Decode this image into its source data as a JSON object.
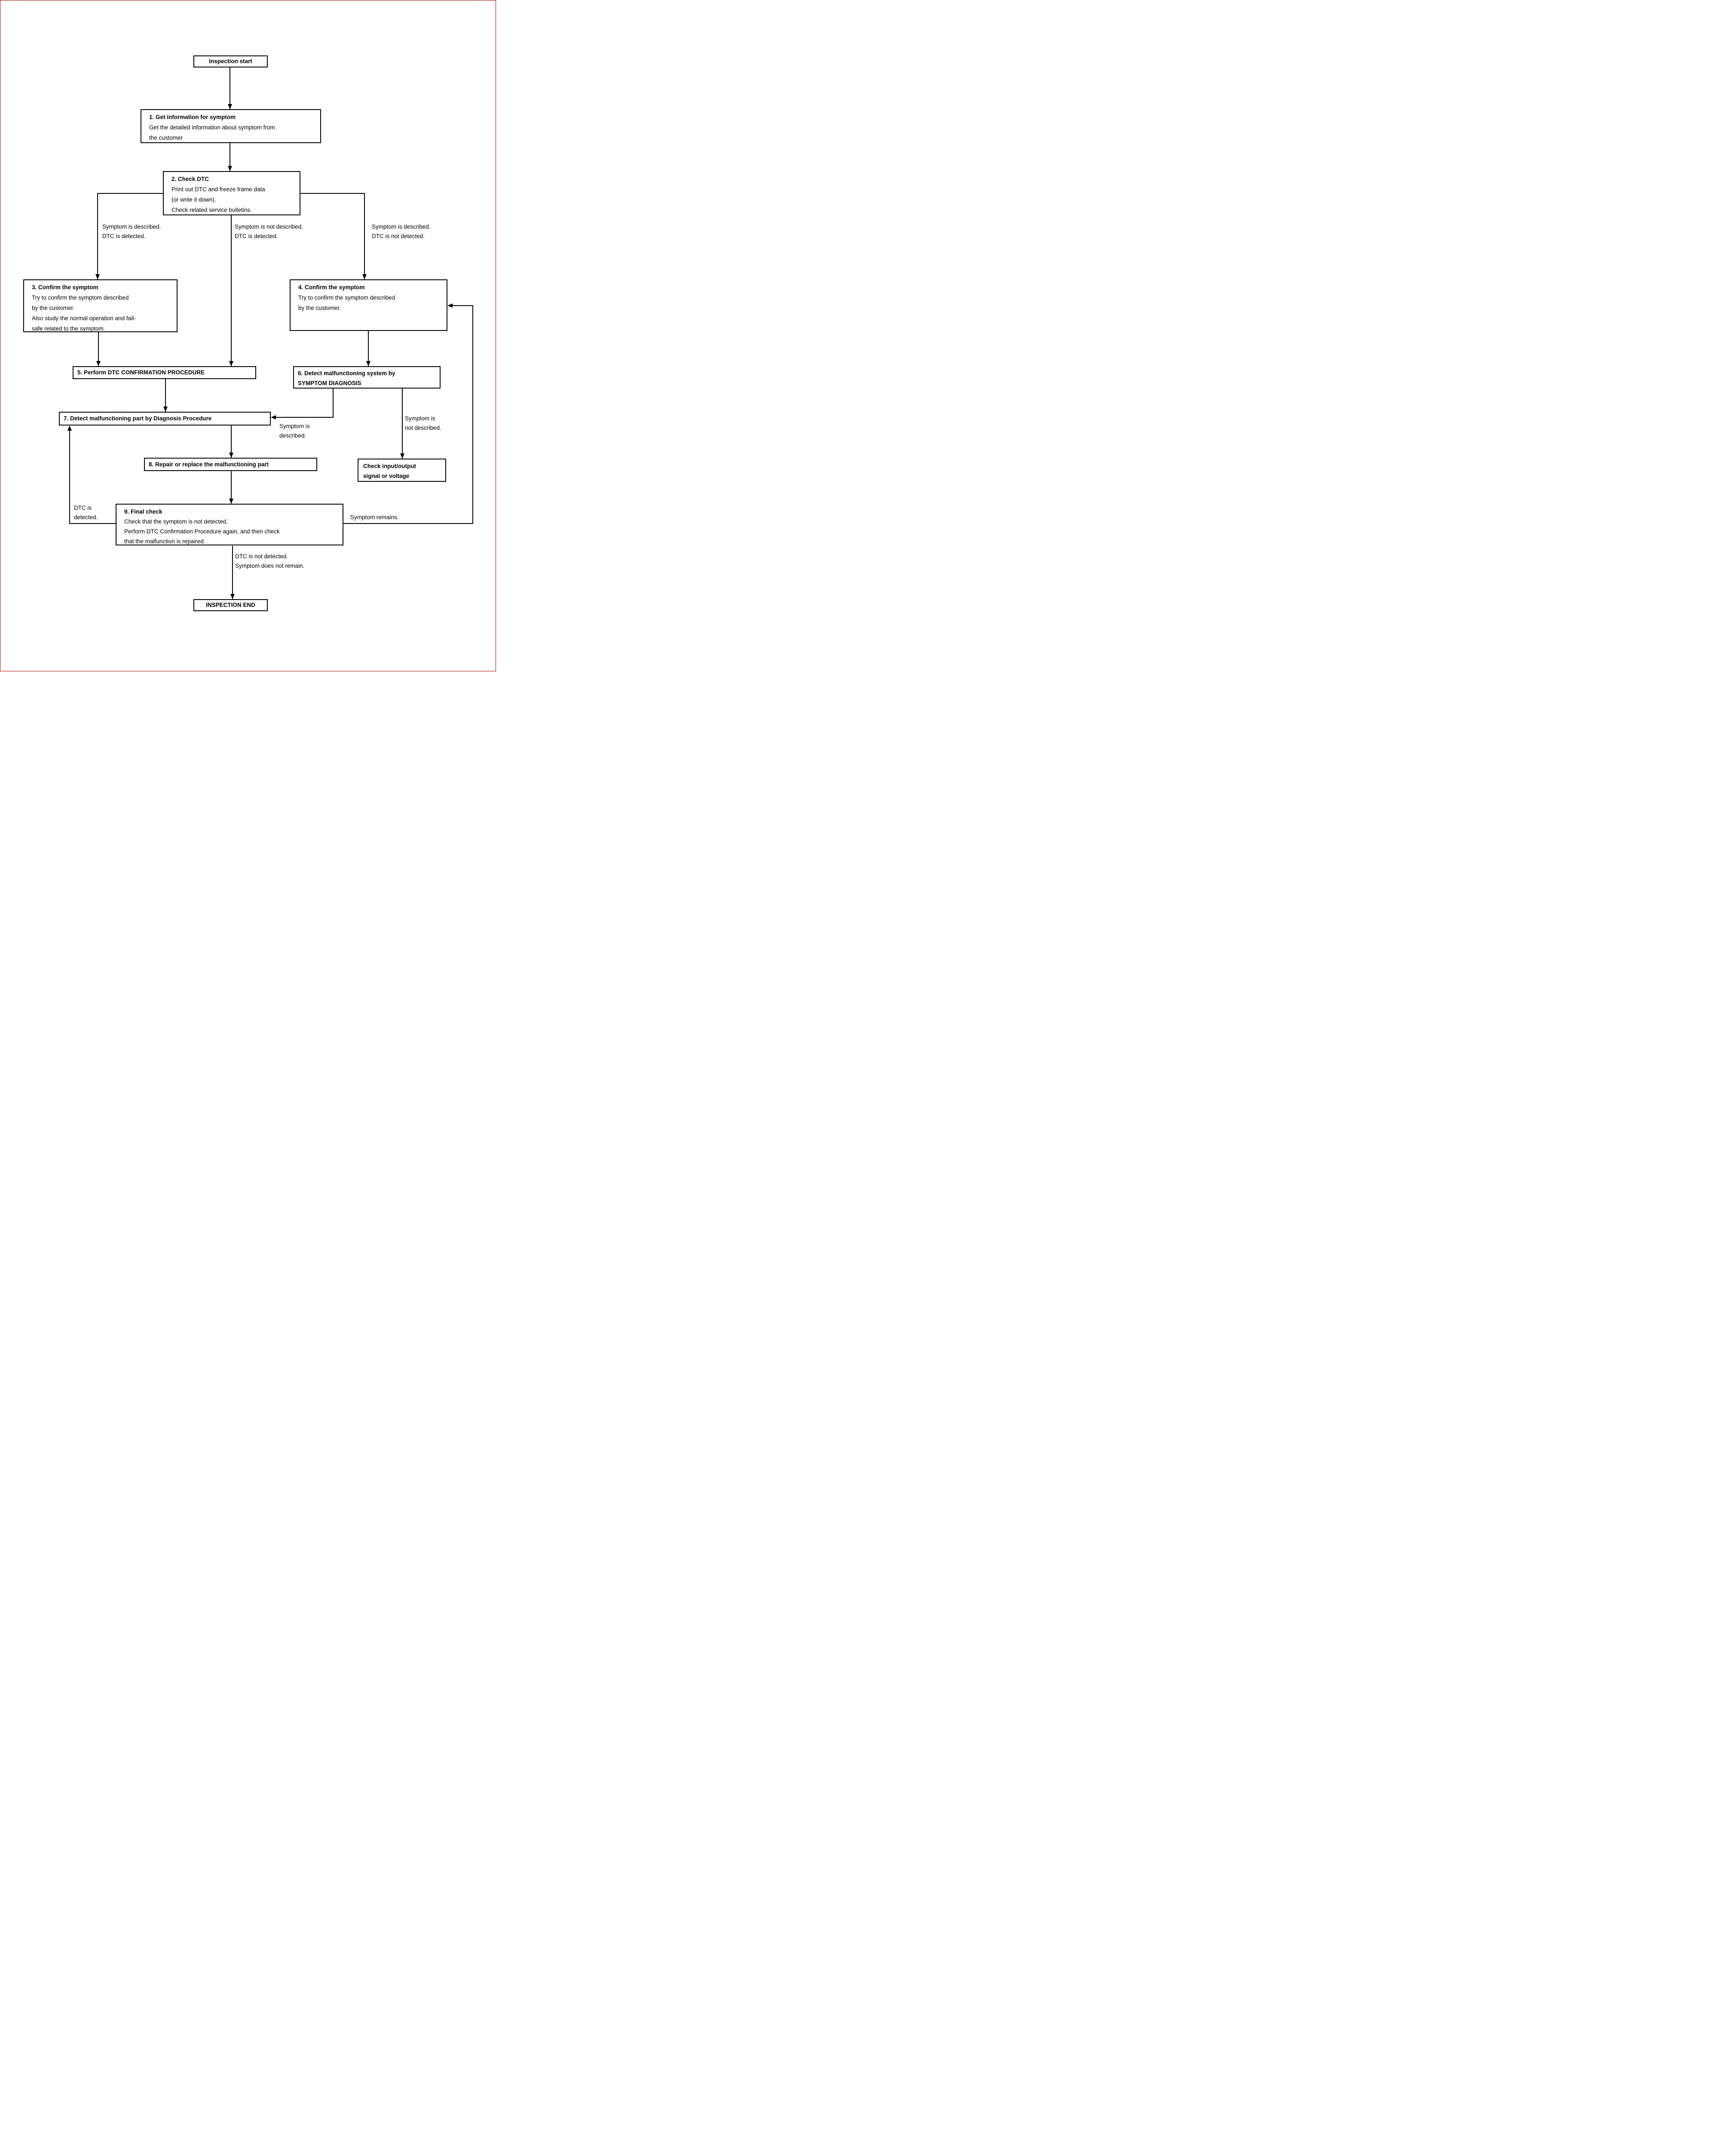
{
  "page": {
    "border_color": "#aa0000",
    "line_color": "#000000"
  },
  "nodes": {
    "start": {
      "label": "Inspection start"
    },
    "step1": {
      "title": "1. Get information for symptom",
      "body": [
        "Get the detailed information about symptom from",
        "the customer"
      ]
    },
    "step2": {
      "title": "2. Check DTC",
      "body": [
        "Print out DTC and freeze frame data",
        "(or write it down).",
        "Check related service bulletins."
      ]
    },
    "step3": {
      "title": "3. Confirm the symptom",
      "body": [
        "Try to confirm the symptom described",
        "by the customer.",
        "Also study the normal operation and fail-",
        "safe related to the symptom."
      ]
    },
    "step4": {
      "title": "4. Confirm the symptom",
      "body": [
        "Try to confirm the symptom described",
        "by the customer."
      ]
    },
    "step5": {
      "title": "5. Perform DTC CONFIRMATION PROCEDURE"
    },
    "step6": {
      "title_lines": [
        "6. Detect malfunctioning system by",
        "SYMPTOM DIAGNOSIS"
      ]
    },
    "step7": {
      "title": "7. Detect malfunctioning part by Diagnosis Procedure"
    },
    "step8": {
      "title": "8. Repair or replace the malfunctioning part"
    },
    "step9": {
      "title": "9. Final check",
      "body": [
        "Check that the symptom is not detected.",
        "Perform DTC Confirmation Procedure again, and then check",
        "that the malfunction is repaired."
      ]
    },
    "check_io": {
      "title_lines": [
        "Check input/output",
        "signal or voltage"
      ]
    },
    "end": {
      "label": "INSPECTION END"
    }
  },
  "edge_labels": {
    "left_branch": [
      "Symptom is described.",
      "DTC is detected."
    ],
    "middle_branch": [
      "Symptom is not described.",
      "DTC is detected."
    ],
    "right_branch": [
      "Symptom is described.",
      "DTC is not detected."
    ],
    "symptom_described": [
      "Symptom is",
      "described."
    ],
    "symptom_not_described": [
      "Symptom is",
      "not described."
    ],
    "dtc_detected": [
      "DTC is",
      "detected."
    ],
    "symptom_remains": [
      "Symptom remains."
    ],
    "end_condition": [
      "DTC is not detected.",
      "Symptom does not remain."
    ]
  }
}
